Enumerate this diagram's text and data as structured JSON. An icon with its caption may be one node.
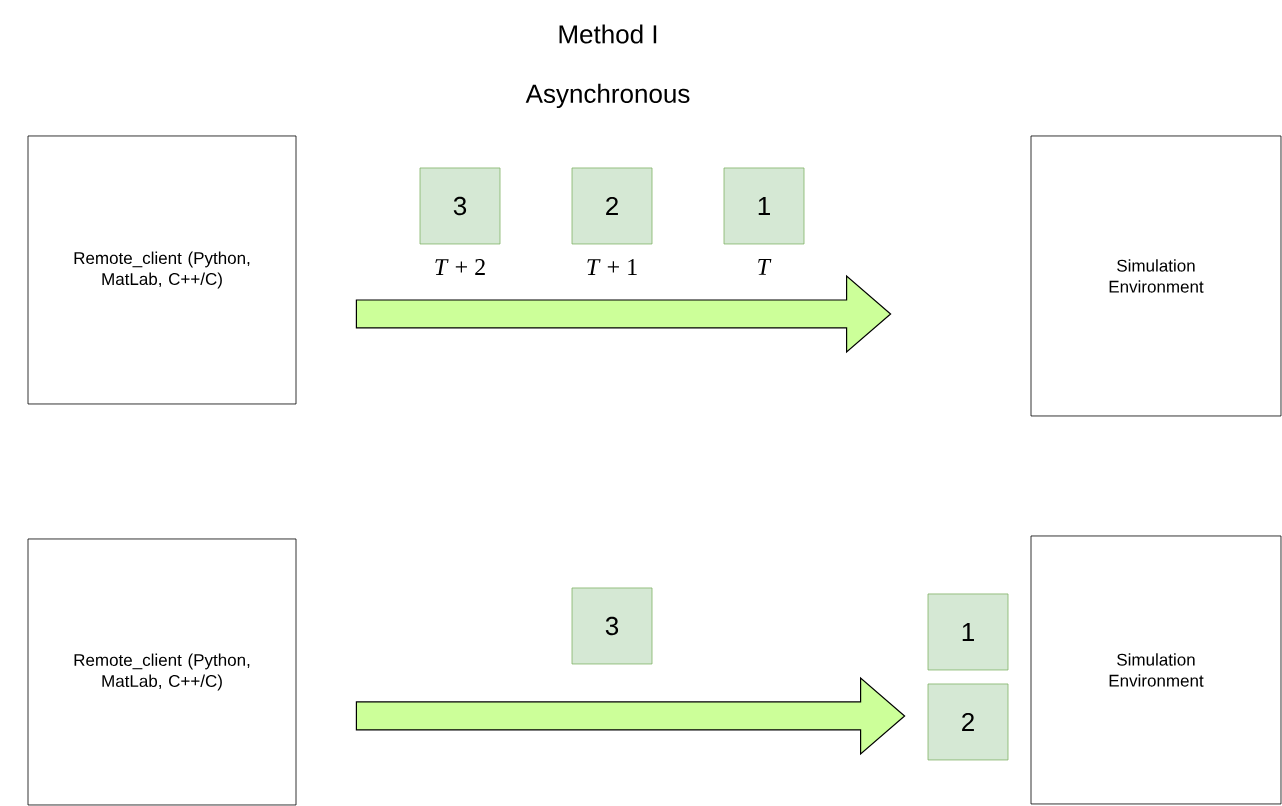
{
  "diagram": {
    "title": "Method I",
    "nodes": [
      {
        "text": [
          "Remote_client (Python, MatLab, C++/C)"
        ]
      },
      {
        "text": [
          "3"
        ],
        "beside": [
          "*T* + 2"
        ]
      },
      {
        "text": [
          "2"
        ],
        "beside": [
          "*T* + 1"
        ]
      },
      {
        "text": [
          "1"
        ],
        "beside": [
          "*T*"
        ]
      },
      {
        "text": [
          "Simulation Environment"
        ]
      },
      {
        "text": [
          "Remote_client (Python, MatLab, C++/C)"
        ]
      },
      {
        "text": [
          "3"
        ]
      },
      {
        "text": [
          "1"
        ]
      },
      {
        "text": [
          "2"
        ]
      },
      {
        "text": [
          "Simulation Environment"
        ]
      }
    ],
    "edges": [
      {
        "from": 0,
        "to": 4,
        "arrow": "to"
      },
      {
        "from": 5,
        "to": 9,
        "arrow": "to"
      }
    ],
    "labels": [
      "Asynchronous"
    ]
  }
}
